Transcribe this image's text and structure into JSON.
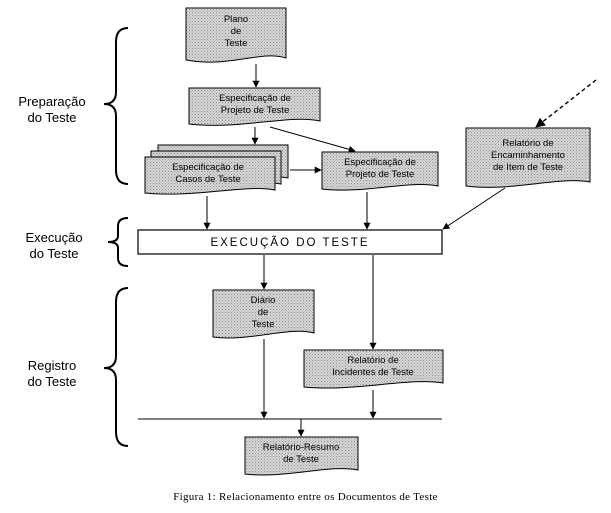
{
  "phases": {
    "preparation": [
      "Preparação",
      "do Teste"
    ],
    "execution": [
      "Execução",
      "do Teste"
    ],
    "record": [
      "Registro",
      "do Teste"
    ]
  },
  "documents": {
    "test_plan": [
      "Plano",
      "de",
      "Teste"
    ],
    "test_design_spec": [
      "Especificação de",
      "Projeto de Teste"
    ],
    "test_case_spec": [
      "Especificação de",
      "Casos de Teste"
    ],
    "test_procedure_spec": [
      "Especificação de",
      "Projeto de Teste"
    ],
    "item_transmittal_report": [
      "Relatório de",
      "Encaminhamento",
      "de Item de Teste"
    ],
    "test_execution": "EXECUÇÃO DO TESTE",
    "test_log": [
      "Diário",
      "de",
      "Teste"
    ],
    "incident_report": [
      "Relatório de",
      "Incidentes de Teste"
    ],
    "summary_report": [
      "Relatório-Resumo",
      "de Teste"
    ]
  },
  "caption": "Figura 1: Relacionamento entre os Documentos de Teste",
  "colors": {
    "doc_fill": "#c4c4c4",
    "stroke": "#000000",
    "background": "#ffffff"
  }
}
